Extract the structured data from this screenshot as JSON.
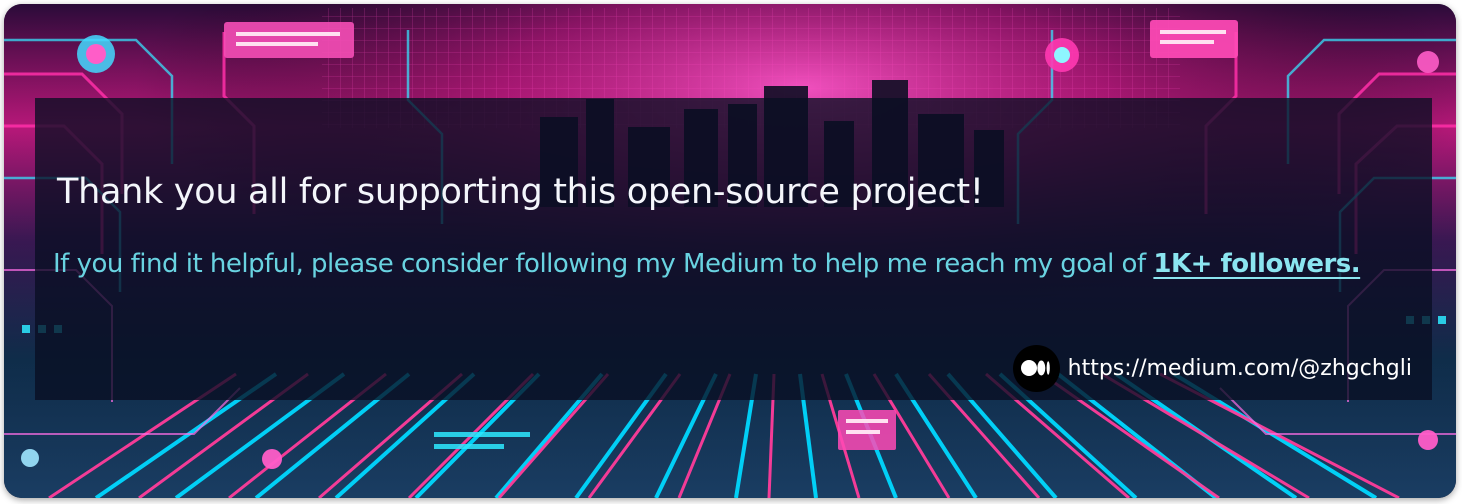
{
  "banner": {
    "headline": "Thank you all for supporting this open-source project!",
    "subtext_prefix": "If you find it helpful, please consider following my Medium to help me reach my goal of ",
    "subtext_emphasis": "1K+ followers.",
    "link_text": "https://medium.com/@zhgchgli"
  },
  "colors": {
    "headline": "#f4f6fb",
    "subtext": "#69d3e1",
    "emphasis": "#8be5f0",
    "accent_pink": "#ff2fa8",
    "accent_cyan": "#36e6ff"
  },
  "icons": {
    "medium": "medium-logo-icon"
  }
}
